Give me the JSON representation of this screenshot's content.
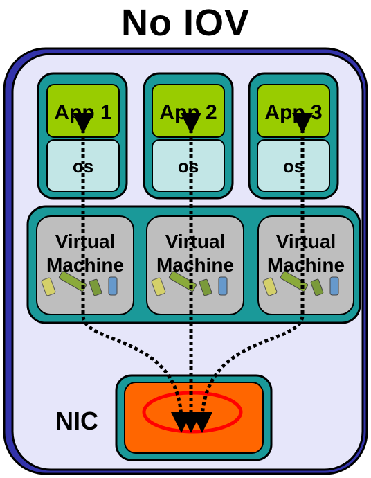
{
  "title": "No IOV",
  "apps": [
    {
      "app_label": "App 1",
      "os_label": "os"
    },
    {
      "app_label": "App 2",
      "os_label": "os"
    },
    {
      "app_label": "App 3",
      "os_label": "os"
    }
  ],
  "vms": [
    {
      "line1": "Virtual",
      "line2": "Machine"
    },
    {
      "line1": "Virtual",
      "line2": "Machine"
    },
    {
      "line1": "Virtual",
      "line2": "Machine"
    }
  ],
  "nic": {
    "label": "NIC"
  },
  "colors": {
    "outer_fill": "#E6E6FA",
    "outer_border": "#3333AA",
    "teal": "#1A9999",
    "app_green": "#99CC00",
    "os_blue": "#C2E6E6",
    "vm_gray": "#BEBEBE",
    "nic_orange": "#FF6600",
    "highlight_red": "#FF0000"
  }
}
